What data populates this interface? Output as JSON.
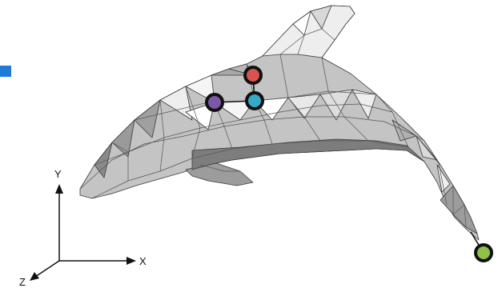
{
  "colors": {
    "background": "#ffffff",
    "marker_square": "#1f7ad8",
    "mesh_light": "#eeeeee",
    "mesh_mid": "#c4c4c4",
    "mesh_dark": "#8f8f8f",
    "mesh_edge": "#3a3a3a",
    "axis": "#111111"
  },
  "axes": {
    "x_label": "X",
    "y_label": "Y",
    "z_label": "Z"
  },
  "points": [
    {
      "name": "red-vertex",
      "color": "#d9534f"
    },
    {
      "name": "purple-vertex",
      "color": "#7c58a8"
    },
    {
      "name": "teal-vertex",
      "color": "#35a9c6"
    },
    {
      "name": "green-vertex",
      "color": "#8fc146"
    }
  ]
}
